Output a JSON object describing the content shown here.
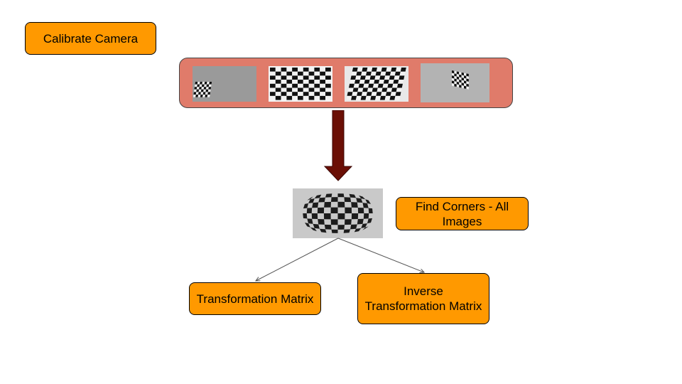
{
  "title": "Calibrate Camera",
  "step": "Find Corners - All Images",
  "outputs": {
    "transform": "Transformation Matrix",
    "inverse": "Inverse Transformation Matrix"
  },
  "colors": {
    "box_fill": "#ff9900",
    "strip_fill": "#e07b6a",
    "arrow_fill": "#6b0f05",
    "connector": "#555555"
  },
  "images": [
    "chessboard-photo",
    "chessboard-photo",
    "chessboard-photo",
    "chessboard-photo",
    "distorted-chessboard-photo"
  ]
}
